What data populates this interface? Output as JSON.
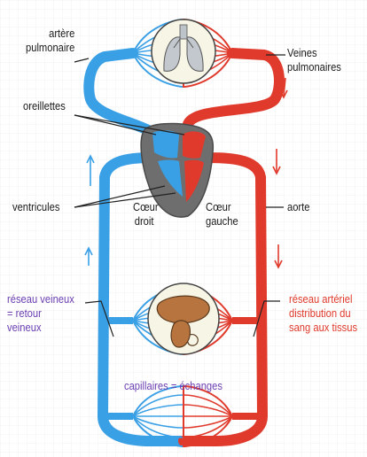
{
  "labels": {
    "pulmonary_artery": [
      "artère",
      "pulmonaire"
    ],
    "pulmonary_veins": [
      "Veines",
      "pulmonaires"
    ],
    "atria": "oreillettes",
    "ventricles": "ventricules",
    "right_heart": [
      "Cœur",
      "droit"
    ],
    "left_heart": [
      "Cœur",
      "gauche"
    ],
    "aorta": "aorte",
    "venous_network": [
      "réseau veineux",
      "= retour",
      "veineux"
    ],
    "arterial_network": [
      "réseau artériel",
      "distribution du",
      "sang aux tissus"
    ],
    "capillaries": "capillaires = échanges"
  },
  "colors": {
    "venous_blood": "#3aa0e6",
    "arterial_blood": "#e03a2c",
    "heart": "#6e6e6e",
    "organ": "#b8743e",
    "label_text": "#1a1a1a",
    "venous_label": "#6b3fb2",
    "arterial_label": "#e0392b"
  },
  "icons": {
    "lungs": "lungs-icon",
    "liver_organs": "liver-icon"
  }
}
